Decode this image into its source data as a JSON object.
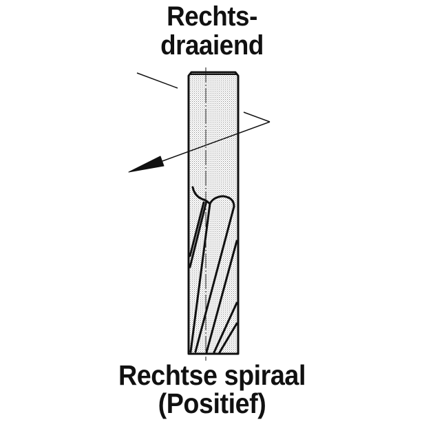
{
  "diagram": {
    "title_lines": [
      "Rechts-",
      "draaiend"
    ],
    "caption_lines": [
      "Rechtse spiraal",
      "(Positief)"
    ],
    "colors": {
      "ink": "#111111",
      "fill_stipple": "#d8d8d8",
      "background": "#ffffff"
    },
    "elements": {
      "tool": "end-mill-shank-with-right-hand-spiral-flutes",
      "rotation_arrow": "right-hand-rotation-arrow",
      "centerline": "dash-dot-axis"
    }
  }
}
